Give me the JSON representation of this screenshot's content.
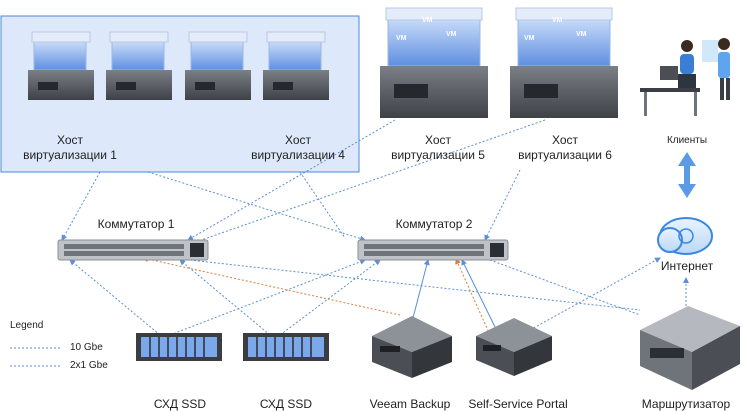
{
  "hosts": {
    "host1": [
      "Хост",
      "виртуализации 1"
    ],
    "host4": [
      "Хост",
      "виртуализации 4"
    ],
    "host5": [
      "Хост",
      "виртуализации 5"
    ],
    "host6": [
      "Хост",
      "виртуализации 6"
    ],
    "vm_label": "VM"
  },
  "switches": {
    "sw1": "Коммутатор 1",
    "sw2": "Коммутатор 2"
  },
  "clients": "Клиенты",
  "internet": "Интернет",
  "devices": {
    "storage1": "СХД SSD",
    "storage2": "СХД SSD",
    "veeam": "Veeam Backup",
    "portal": "Self-Service Portal",
    "router": "Маршрутизатор"
  },
  "legend": {
    "title": "Legend",
    "items": [
      {
        "label": "10 Gbe",
        "color": "#5b8fd6"
      },
      {
        "label": "2x1 Gbe",
        "color": "#e07b3c"
      }
    ]
  },
  "colors": {
    "link_10g": "#5b8fd6",
    "link_1g": "#e07b3c",
    "cluster_bg": "#dde9fb",
    "cluster_border": "#4a88d8"
  }
}
